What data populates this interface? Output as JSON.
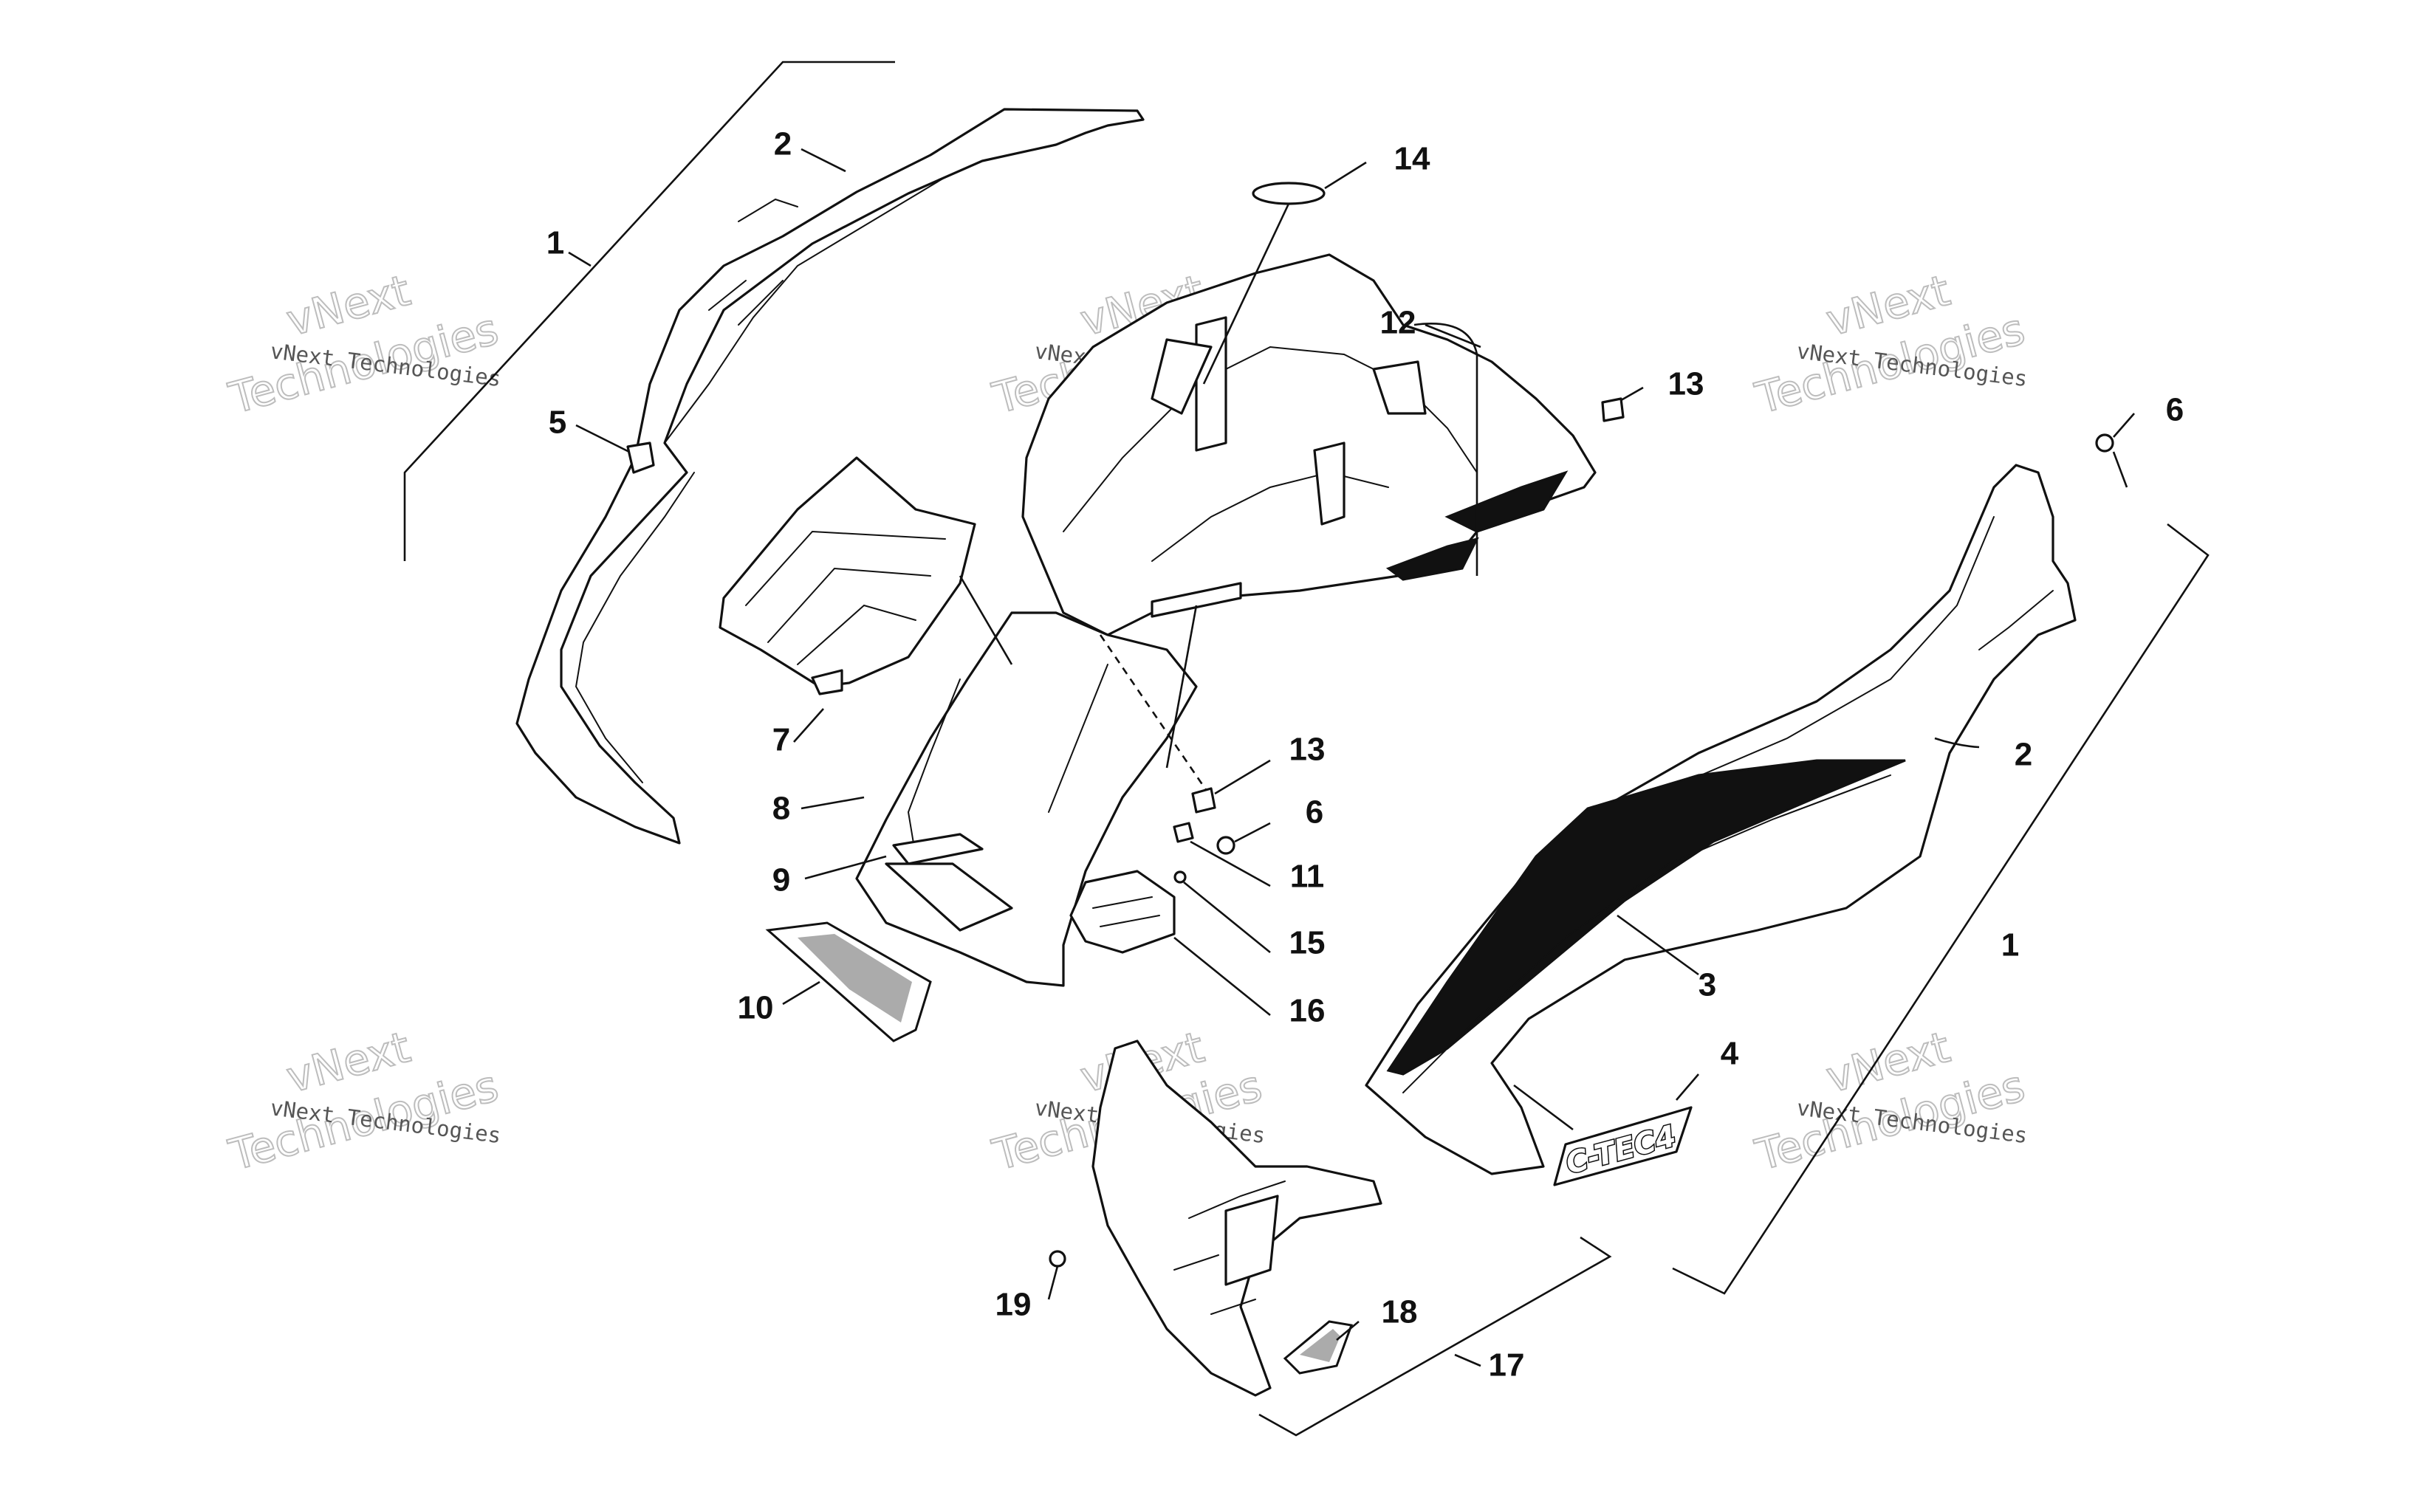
{
  "callouts": [
    "1",
    "2",
    "5",
    "14",
    "12",
    "13",
    "6",
    "7",
    "8",
    "9",
    "10",
    "13",
    "6",
    "11",
    "15",
    "16",
    "2",
    "3",
    "1",
    "4",
    "17",
    "18",
    "19"
  ],
  "badge_text": "C-TEC4",
  "watermark": {
    "line1": "vNext Technologies",
    "word1": "vNext",
    "word2": "Technologies"
  }
}
